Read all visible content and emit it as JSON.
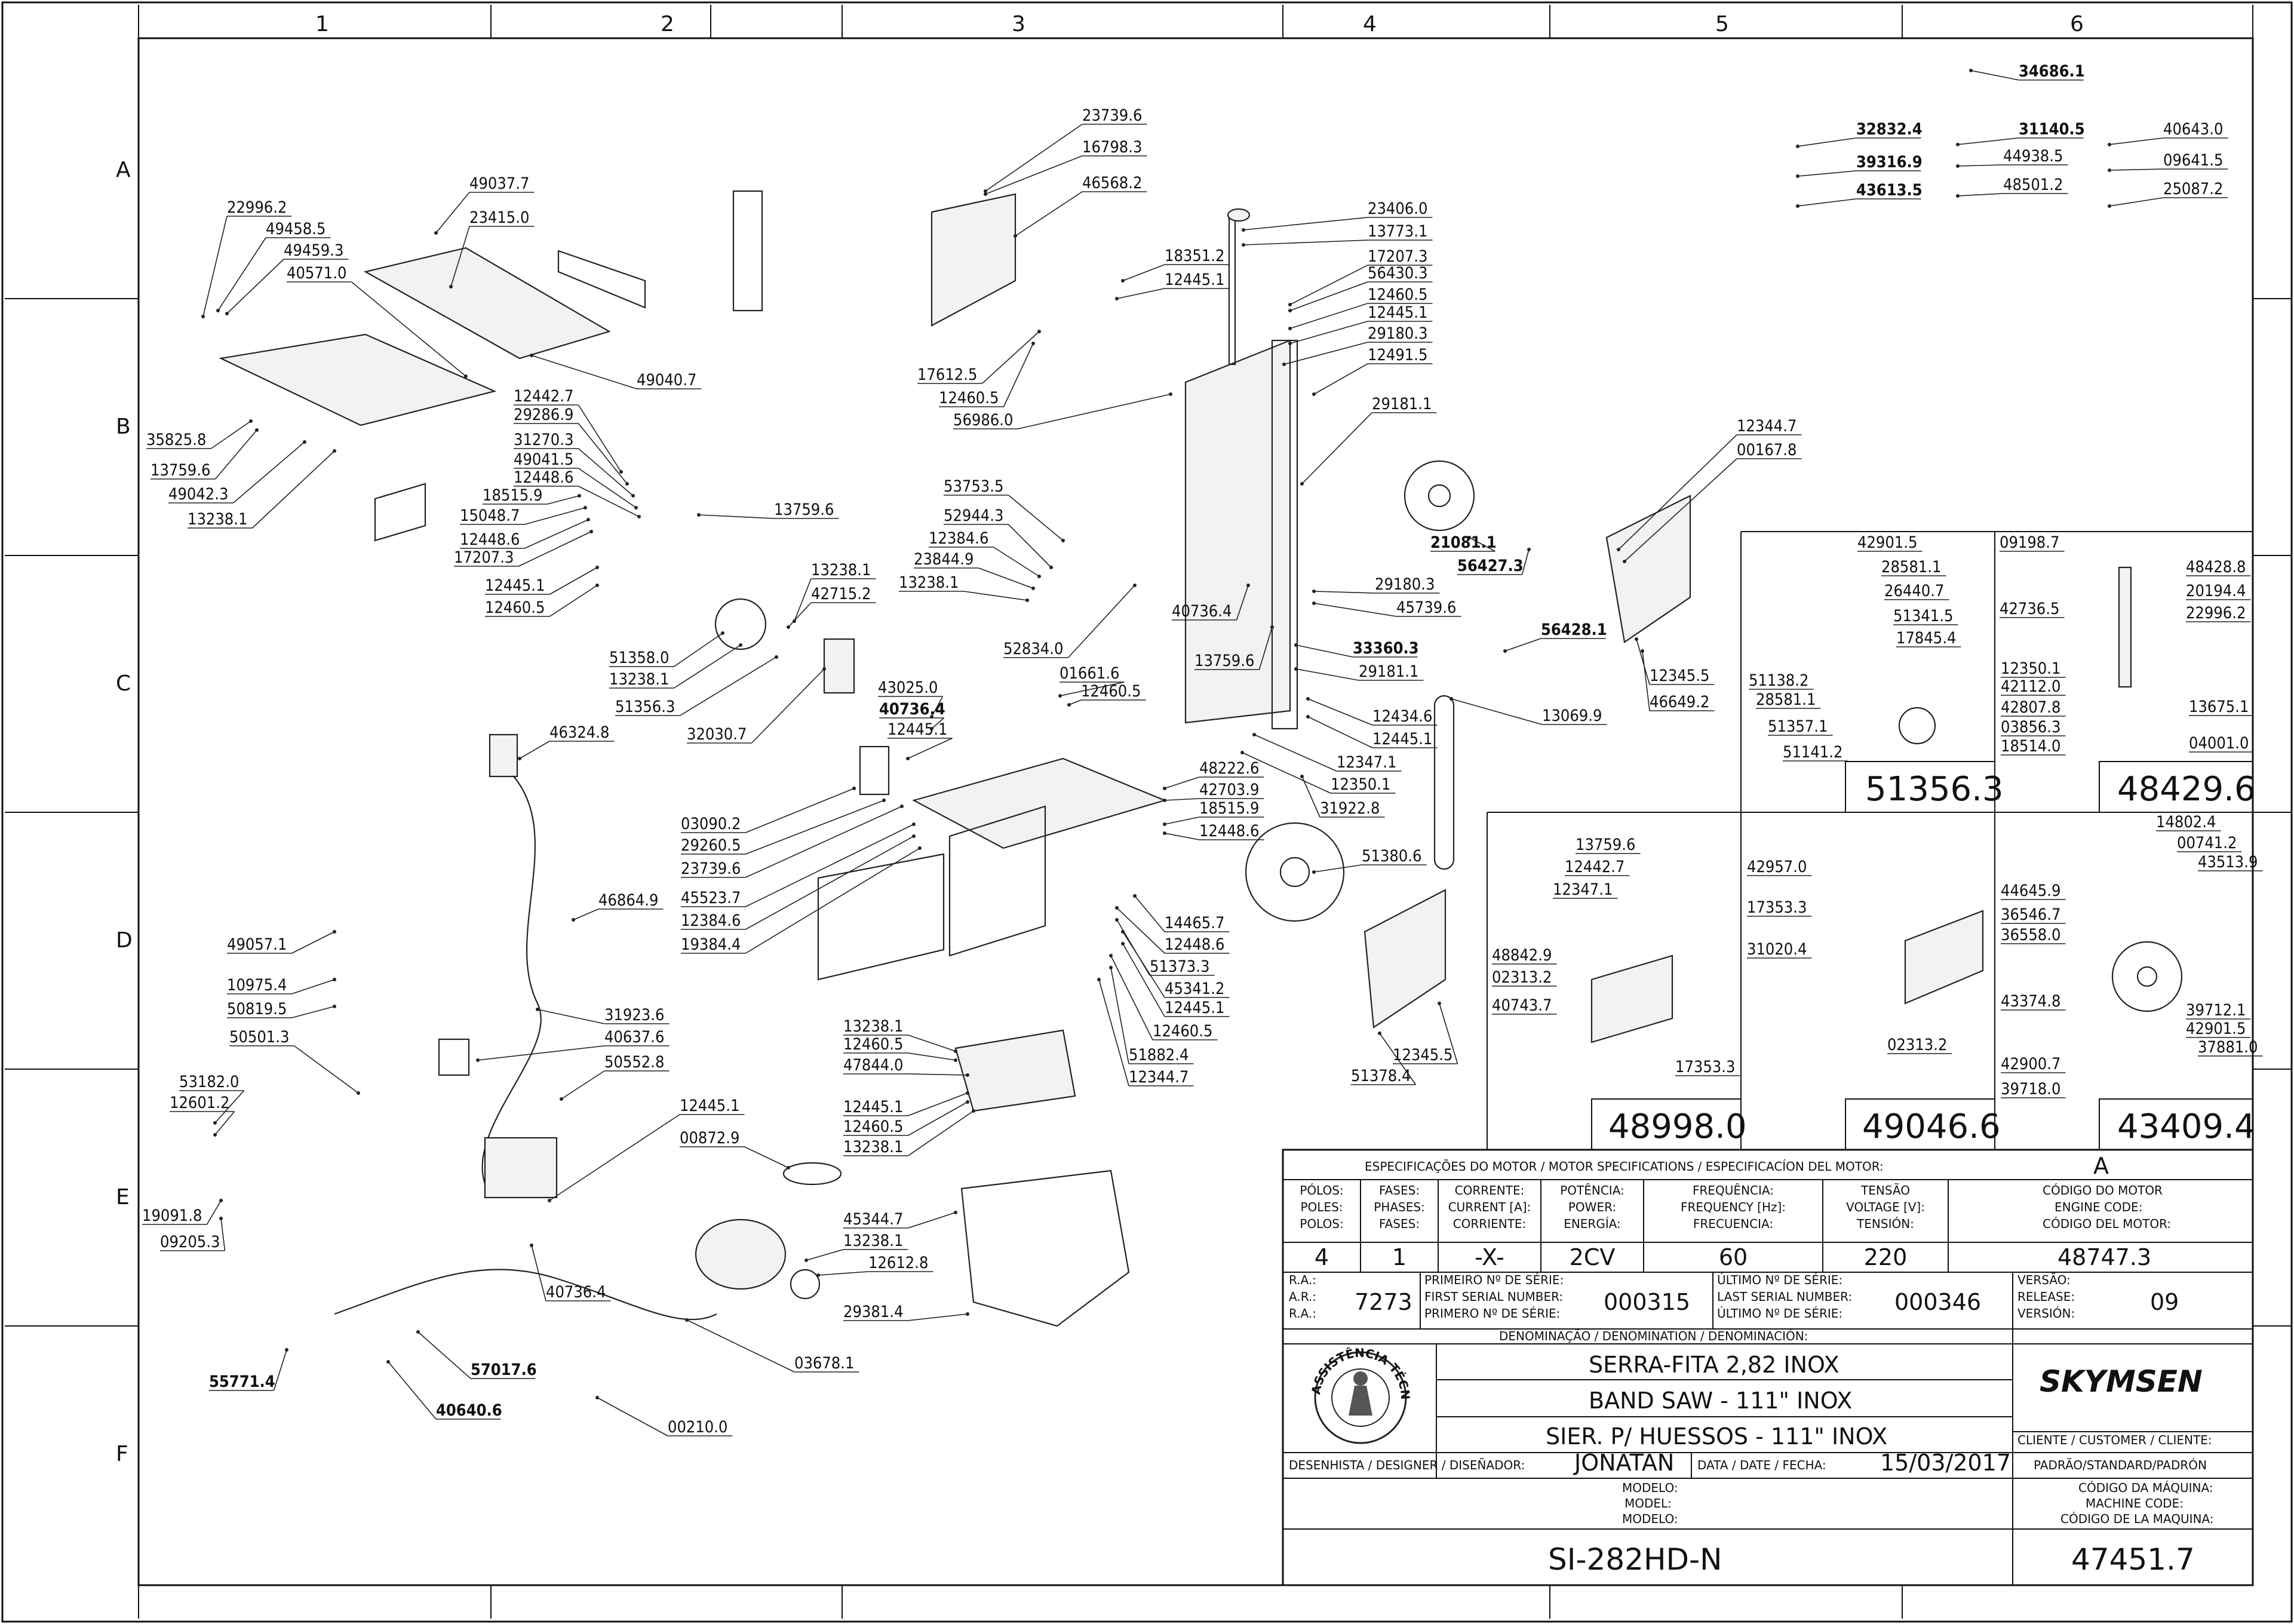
{
  "grid": {
    "columns": [
      "1",
      "2",
      "3",
      "4",
      "5",
      "6"
    ],
    "rows": [
      "A",
      "B",
      "C",
      "D",
      "E",
      "F"
    ]
  },
  "callouts": [
    {
      "t": "34686.1",
      "b": true
    },
    {
      "t": "32832.4",
      "b": true
    },
    {
      "t": "31140.5",
      "b": true
    },
    {
      "t": "40643.0"
    },
    {
      "t": "39316.9",
      "b": true
    },
    {
      "t": "44938.5"
    },
    {
      "t": "09641.5"
    },
    {
      "t": "43613.5",
      "b": true
    },
    {
      "t": "48501.2"
    },
    {
      "t": "25087.2"
    },
    {
      "t": "23739.6"
    },
    {
      "t": "16798.3"
    },
    {
      "t": "46568.2"
    },
    {
      "t": "23406.0"
    },
    {
      "t": "13773.1"
    },
    {
      "t": "17207.3"
    },
    {
      "t": "56430.3"
    },
    {
      "t": "12460.5"
    },
    {
      "t": "12445.1"
    },
    {
      "t": "29180.3"
    },
    {
      "t": "12491.5"
    },
    {
      "t": "18351.2"
    },
    {
      "t": "12445.1"
    },
    {
      "t": "17612.5"
    },
    {
      "t": "12460.5"
    },
    {
      "t": "56986.0"
    },
    {
      "t": "29181.1"
    },
    {
      "t": "12344.7"
    },
    {
      "t": "00167.8"
    },
    {
      "t": "49037.7"
    },
    {
      "t": "23415.0"
    },
    {
      "t": "22996.2"
    },
    {
      "t": "49458.5"
    },
    {
      "t": "49459.3"
    },
    {
      "t": "40571.0"
    },
    {
      "t": "49040.7"
    },
    {
      "t": "35825.8"
    },
    {
      "t": "13759.6"
    },
    {
      "t": "49042.3"
    },
    {
      "t": "13238.1"
    },
    {
      "t": "12442.7"
    },
    {
      "t": "29286.9"
    },
    {
      "t": "31270.3"
    },
    {
      "t": "49041.5"
    },
    {
      "t": "12448.6"
    },
    {
      "t": "18515.9"
    },
    {
      "t": "15048.7"
    },
    {
      "t": "12448.6"
    },
    {
      "t": "17207.3"
    },
    {
      "t": "12445.1"
    },
    {
      "t": "12460.5"
    },
    {
      "t": "13759.6"
    },
    {
      "t": "53753.5"
    },
    {
      "t": "52944.3"
    },
    {
      "t": "12384.6"
    },
    {
      "t": "23844.9"
    },
    {
      "t": "13238.1"
    },
    {
      "t": "52834.0"
    },
    {
      "t": "40736.4"
    },
    {
      "t": "13759.6"
    },
    {
      "t": "29180.3"
    },
    {
      "t": "45739.6"
    },
    {
      "t": "21081.1",
      "b": true
    },
    {
      "t": "56427.3",
      "b": true
    },
    {
      "t": "33360.3",
      "b": true
    },
    {
      "t": "29181.1"
    },
    {
      "t": "56428.1",
      "b": true
    },
    {
      "t": "12345.5"
    },
    {
      "t": "46649.2"
    },
    {
      "t": "12434.6"
    },
    {
      "t": "12445.1"
    },
    {
      "t": "13069.9"
    },
    {
      "t": "12347.1"
    },
    {
      "t": "12350.1"
    },
    {
      "t": "31922.8"
    },
    {
      "t": "13238.1"
    },
    {
      "t": "42715.2"
    },
    {
      "t": "51358.0"
    },
    {
      "t": "13238.1"
    },
    {
      "t": "51356.3"
    },
    {
      "t": "32030.7"
    },
    {
      "t": "43025.0"
    },
    {
      "t": "40736.4",
      "b": true
    },
    {
      "t": "12445.1"
    },
    {
      "t": "01661.6"
    },
    {
      "t": "12460.5"
    },
    {
      "t": "46324.8"
    },
    {
      "t": "03090.2"
    },
    {
      "t": "29260.5"
    },
    {
      "t": "23739.6"
    },
    {
      "t": "45523.7"
    },
    {
      "t": "12384.6"
    },
    {
      "t": "19384.4"
    },
    {
      "t": "48222.6"
    },
    {
      "t": "42703.9"
    },
    {
      "t": "18515.9"
    },
    {
      "t": "12448.6"
    },
    {
      "t": "51380.6"
    },
    {
      "t": "46864.9"
    },
    {
      "t": "14465.7"
    },
    {
      "t": "12448.6"
    },
    {
      "t": "51373.3"
    },
    {
      "t": "45341.2"
    },
    {
      "t": "12445.1"
    },
    {
      "t": "12460.5"
    },
    {
      "t": "51882.4"
    },
    {
      "t": "12344.7"
    },
    {
      "t": "12345.5"
    },
    {
      "t": "51378.4"
    },
    {
      "t": "49057.1"
    },
    {
      "t": "10975.4"
    },
    {
      "t": "50819.5"
    },
    {
      "t": "50501.3"
    },
    {
      "t": "31923.6"
    },
    {
      "t": "40637.6"
    },
    {
      "t": "50552.8"
    },
    {
      "t": "53182.0"
    },
    {
      "t": "12601.2"
    },
    {
      "t": "19091.8"
    },
    {
      "t": "09205.3"
    },
    {
      "t": "12445.1"
    },
    {
      "t": "00872.9"
    },
    {
      "t": "40736.4"
    },
    {
      "t": "55771.4",
      "b": true
    },
    {
      "t": "57017.6",
      "b": true
    },
    {
      "t": "40640.6",
      "b": true
    },
    {
      "t": "00210.0"
    },
    {
      "t": "13238.1"
    },
    {
      "t": "12460.5"
    },
    {
      "t": "47844.0"
    },
    {
      "t": "12445.1"
    },
    {
      "t": "12460.5"
    },
    {
      "t": "13238.1"
    },
    {
      "t": "45344.7"
    },
    {
      "t": "13238.1"
    },
    {
      "t": "12612.8"
    },
    {
      "t": "29381.4"
    },
    {
      "t": "03678.1"
    }
  ],
  "subassemblies": [
    {
      "id": "51356.3",
      "labels": [
        "42901.5",
        "28581.1",
        "26440.7",
        "51341.5",
        "17845.4",
        "51138.2",
        "28581.1",
        "51357.1",
        "51141.2"
      ]
    },
    {
      "id": "48429.6",
      "labels": [
        "09198.7",
        "48428.8",
        "42736.5",
        "20194.4",
        "22996.2",
        "12350.1",
        "42112.0",
        "42807.8",
        "03856.3",
        "18514.0",
        "13675.1",
        "04001.0"
      ]
    },
    {
      "id": "48998.0",
      "labels": [
        "13759.6",
        "12442.7",
        "12347.1",
        "48842.9",
        "02313.2",
        "40743.7",
        "17353.3"
      ]
    },
    {
      "id": "49046.6",
      "labels": [
        "42957.0",
        "17353.3",
        "31020.4",
        "02313.2"
      ]
    },
    {
      "id": "43409.4",
      "labels": [
        "14802.4",
        "00741.2",
        "43513.9",
        "44645.9",
        "36546.7",
        "36558.0",
        "43374.8",
        "39712.1",
        "42901.5",
        "37881.0",
        "42900.7",
        "39718.0"
      ]
    }
  ],
  "title_block": {
    "motor_header": "ESPECIFICAÇÕES DO MOTOR / MOTOR SPECIFICATIONS / ESPECIFICACÍON DEL MOTOR:",
    "revision_letter": "A",
    "motor_columns": [
      {
        "label": [
          "PÓLOS:",
          "POLES:",
          "POLOS:"
        ],
        "value": "4"
      },
      {
        "label": [
          "FASES:",
          "PHASES:",
          "FASES:"
        ],
        "value": "1"
      },
      {
        "label": [
          "CORRENTE:",
          "CURRENT [A]:",
          "CORRIENTE:"
        ],
        "value": "-X-"
      },
      {
        "label": [
          "POTÊNCIA:",
          "POWER:",
          "ENERGÍA:"
        ],
        "value": "2CV"
      },
      {
        "label": [
          "FREQUÊNCIA:",
          "FREQUENCY [Hz]:",
          "FRECUENCIA:"
        ],
        "value": "60"
      },
      {
        "label": [
          "TENSÃO",
          "VOLTAGE [V]:",
          "TENSIÓN:"
        ],
        "value": "220"
      }
    ],
    "motor_code": {
      "label": [
        "CÓDIGO DO MOTOR",
        "ENGINE CODE:",
        "CÓDIGO DEL MOTOR:"
      ],
      "value": "48747.3"
    },
    "ra": {
      "label": [
        "R.A.:",
        "A.R.:",
        "R.A.:"
      ],
      "value": "7273"
    },
    "first_serial": {
      "label": [
        "PRIMEIRO Nº DE SÉRIE:",
        "FIRST SERIAL NUMBER:",
        "PRIMERO Nº DE SÉRIE:"
      ],
      "value": "000315"
    },
    "last_serial": {
      "label": [
        "ÚLTIMO Nº DE SÉRIE:",
        "LAST SERIAL NUMBER:",
        "ÚLTIMO Nº DE SÉRIE:"
      ],
      "value": "000346"
    },
    "version": {
      "label": [
        "VERSÃO:",
        "RELEASE:",
        "VERSIÓN:"
      ],
      "value": "09"
    },
    "denomination_header": "DENOMINAÇÃO / DENOMINATION / DENOMINACIÓN:",
    "names": [
      "SERRA-FITA 2,82 INOX",
      "BAND SAW - 111\" INOX",
      "SIER. P/ HUESSOS - 111\" INOX"
    ],
    "brand": "SKYMSEN",
    "seal_text": "ASSISTÊNCIA TÉCNICA AUTORIZADA",
    "client_label": "CLIENTE / CUSTOMER / CLIENTE:",
    "client_value": "PADRÃO/STANDARD/PADRÓN",
    "designer_label": "DESENHISTA / DESIGNER / DISEÑADOR:",
    "designer_value": "JONATAN",
    "date_label": "DATA / DATE / FECHA:",
    "date_value": "15/03/2017",
    "model_label": [
      "MODELO:",
      "MODEL:",
      "MODELO:"
    ],
    "model_value": "SI-282HD-N",
    "machine_code_label": [
      "CÓDIGO DA MÁQUINA:",
      "MACHINE CODE:",
      "CÓDIGO DE LA MAQUINA:"
    ],
    "machine_code_value": "47451.7"
  }
}
